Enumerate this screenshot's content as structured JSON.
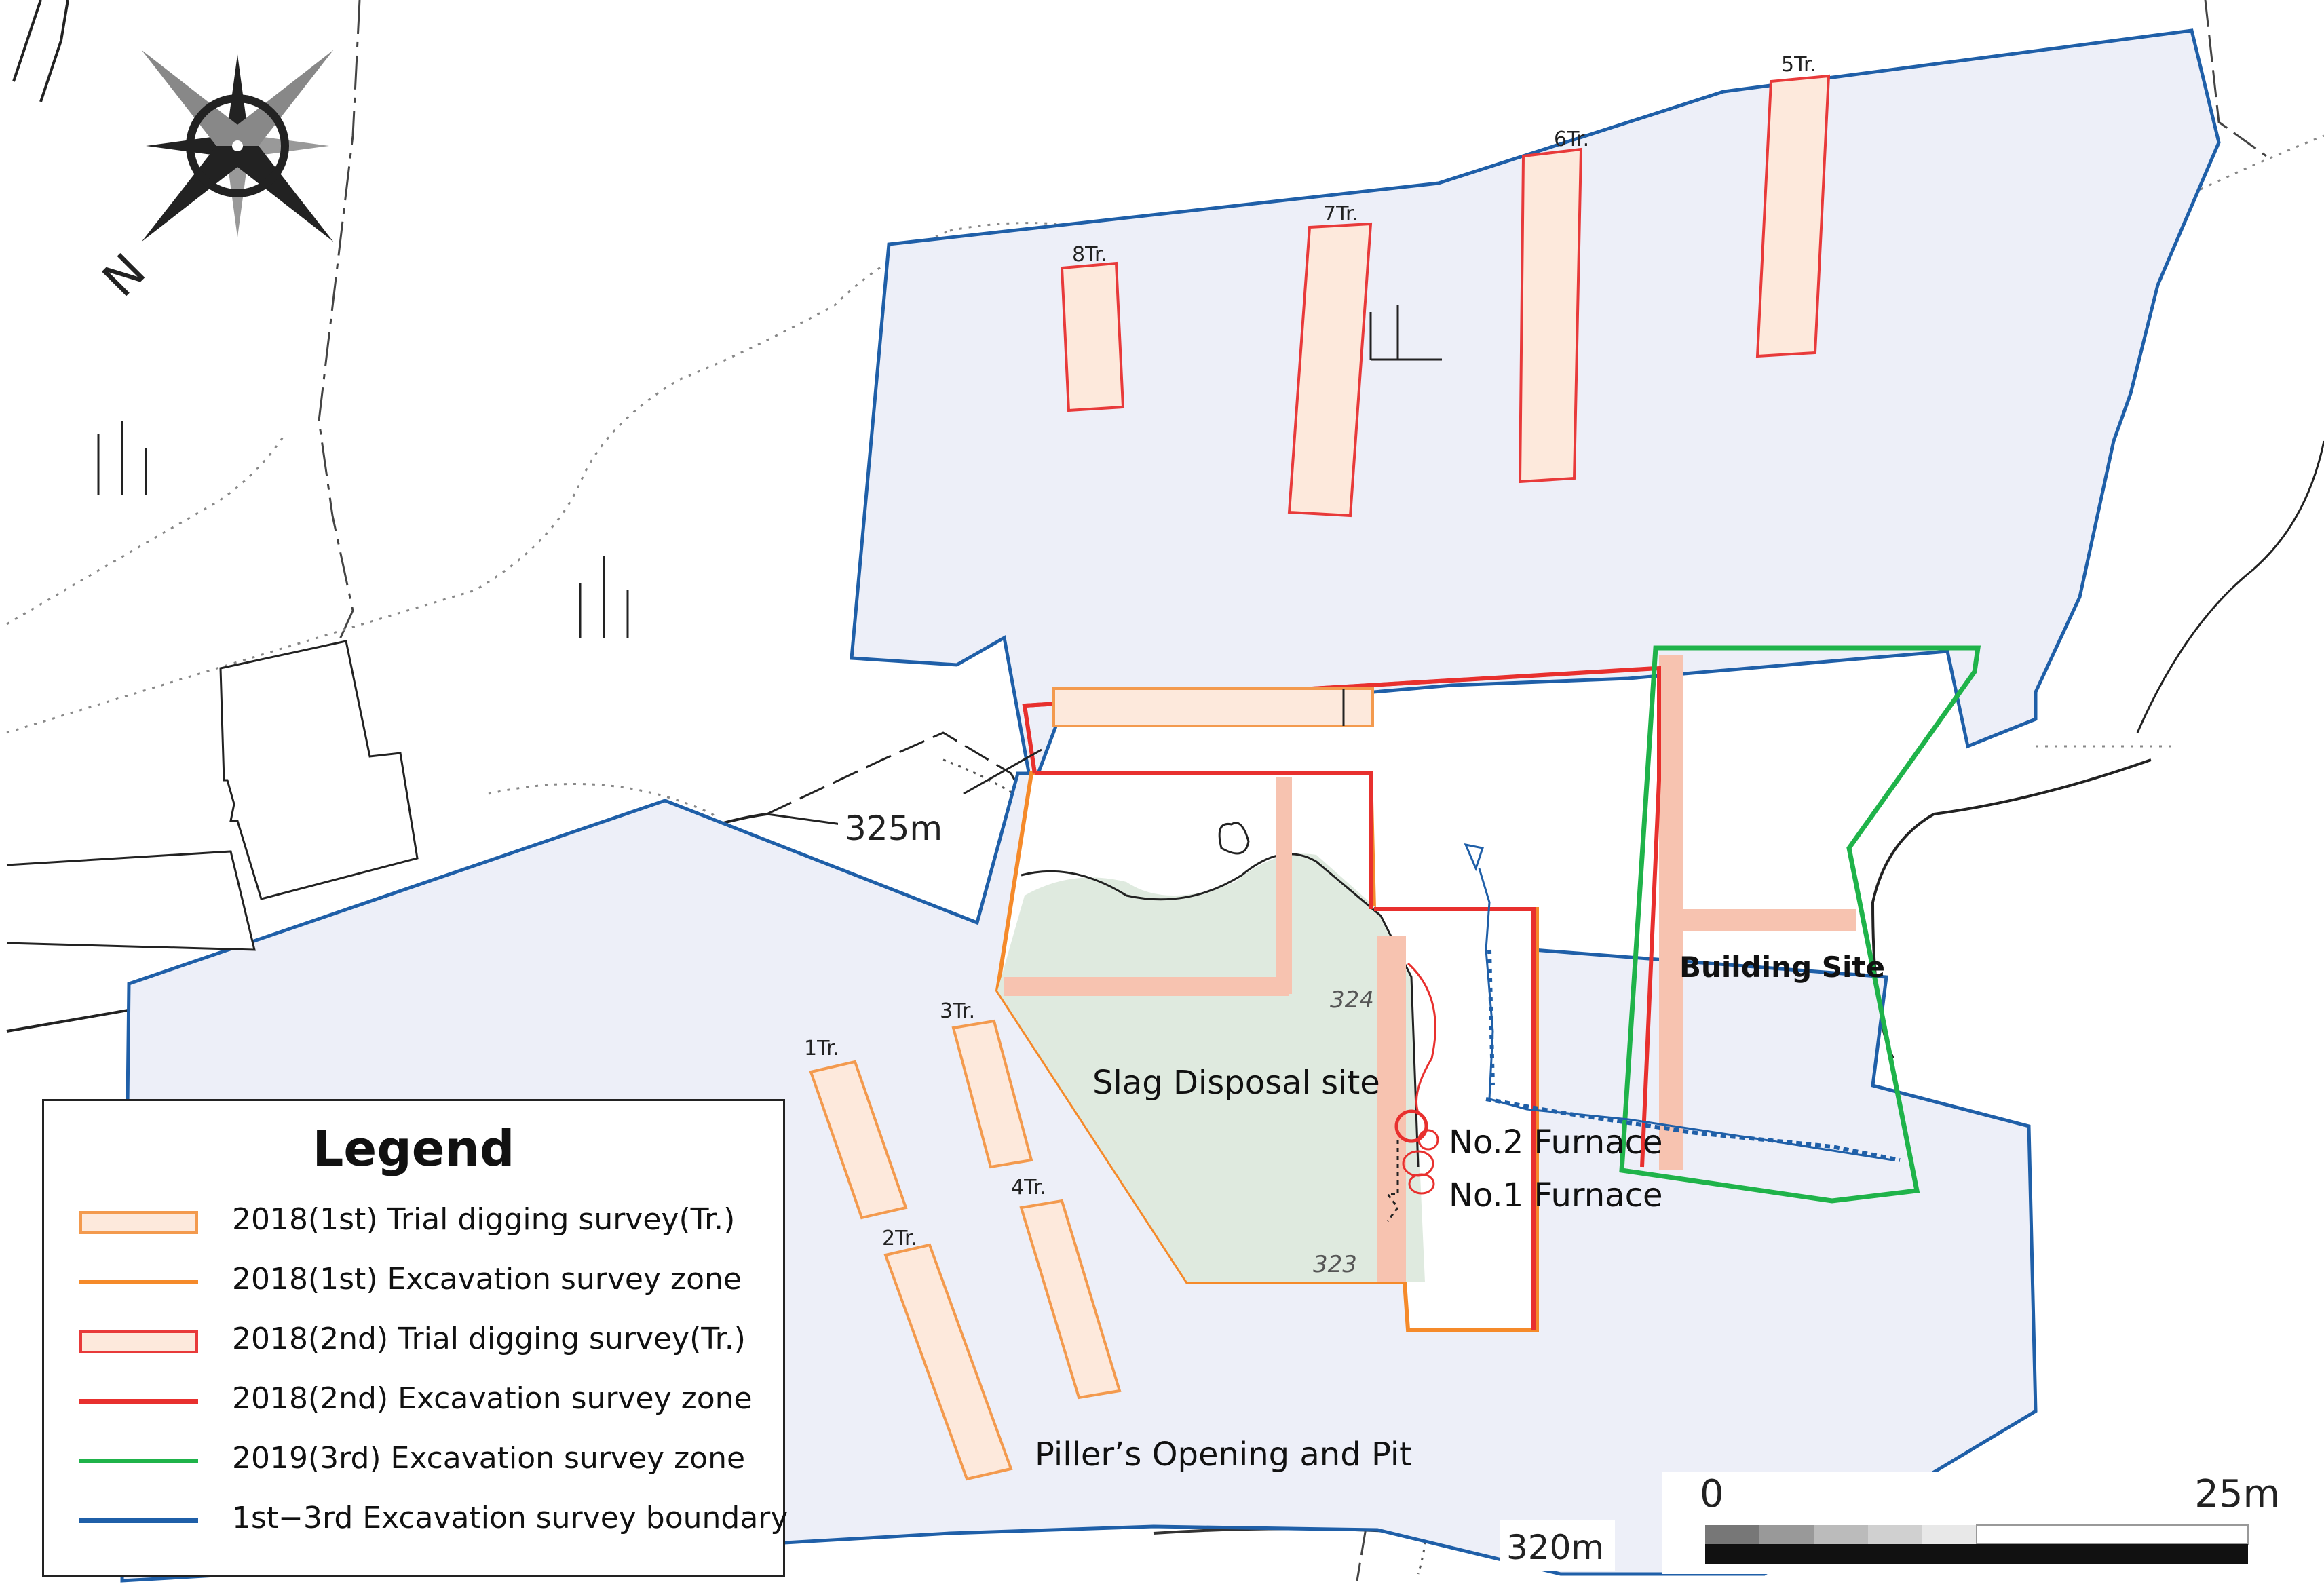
{
  "compass": {
    "north_letter": "N",
    "icon": "compass-rose-icon"
  },
  "colors": {
    "trial_2018_1st_fill": "#fde9dc",
    "trial_2018_1st_stroke": "#f39a4e",
    "zone_2018_1st": "#f58a2a",
    "trial_2018_2nd_fill": "#fde9dc",
    "trial_2018_2nd_stroke": "#e83a3a",
    "zone_2018_2nd": "#e8302e",
    "zone_2019_3rd": "#1fb34a",
    "boundary": "#1f5fa8",
    "survey_area_fill": "#edeff8",
    "slag_fill": "#dfeadf",
    "belt": "#f7c3b0",
    "furnace": "#e8302e",
    "drain": "#1f5fa8"
  },
  "trenches": {
    "t1": "1Tr.",
    "t2": "2Tr.",
    "t3": "3Tr.",
    "t4": "4Tr.",
    "t5": "5Tr.",
    "t6": "6Tr.",
    "t7": "7Tr.",
    "t8": "8Tr."
  },
  "contours": {
    "c325": "325m",
    "c320": "320m",
    "c324": "324",
    "c323": "323"
  },
  "sites": {
    "slag": "Slag Disposal site",
    "building": "Building Site",
    "furnace2": "No.2 Furnace",
    "furnace1": "No.1 Furnace",
    "pillar": "Piller’s Opening and Pit"
  },
  "legend": {
    "title": "Legend",
    "items": [
      {
        "label": "2018(1st) Trial digging survey(Tr.)"
      },
      {
        "label": "2018(1st) Excavation survey zone"
      },
      {
        "label": "2018(2nd) Trial digging survey(Tr.)"
      },
      {
        "label": "2018(2nd) Excavation survey zone"
      },
      {
        "label": "2019(3rd) Excavation survey zone"
      },
      {
        "label": "1st−3rd Excavation survey boundary"
      }
    ]
  },
  "scale_bar": {
    "start": "0",
    "end": "25m"
  }
}
